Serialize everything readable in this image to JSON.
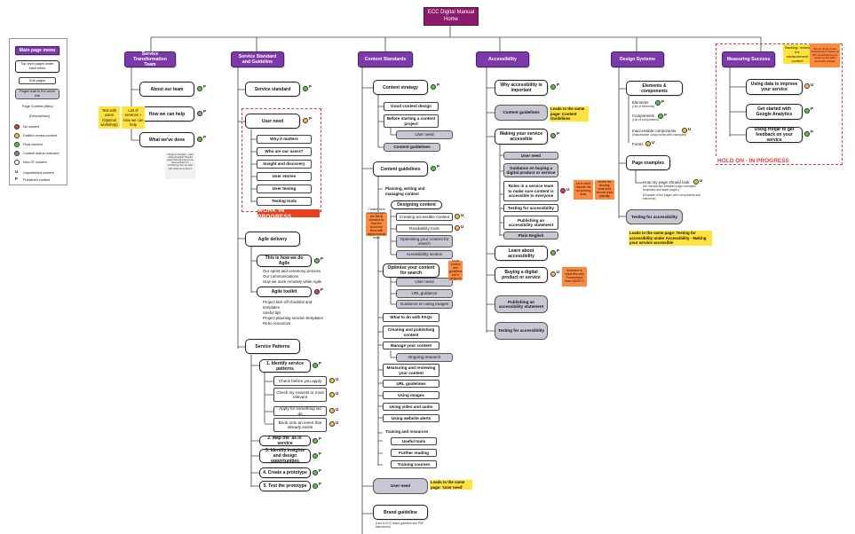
{
  "root": "ECC Digital Manual Home",
  "legend": {
    "main_page_menu": "Main page menu",
    "top_level": "Top level pages under each menu",
    "sub_pages": "Sub pages",
    "pages_lead": "Pages lead to the same link",
    "page_content": "Page Content (titles)",
    "descriptions": "(Descriptions)",
    "status": [
      "No content",
      "Draft/to review content",
      "Final content",
      "Content status unknown",
      "Non-ST content"
    ],
    "status_colors": [
      "#e23b3b",
      "#ffc13d",
      "#5ec24a",
      "#8a8a8a",
      "#ffffff"
    ],
    "u_label": "Unpublished content",
    "p_label": "Published content",
    "u": "U",
    "p": "P"
  },
  "col1": {
    "header": "Service Transformation Team",
    "about": "About our team",
    "how": "How we can help",
    "done": "What we've done",
    "note1": "Test with users (Optimal workshop)",
    "note2": "List of services + How we can help",
    "small_note": "Things to consider - case study template? Should page show all projects we have worked on? Combining 'how we help' with 'what we've done'?"
  },
  "col2": {
    "header": "Service Standard and Guideline",
    "standard": "Service standard",
    "user_need": "User need",
    "un_subs": [
      "Why it matters",
      "Who are our users?",
      "Insight and discovery",
      "User stories",
      "User testing",
      "Testing tools"
    ],
    "wip": "WORK IN PROGRESS",
    "agile": "Agile delivery",
    "how_agile": "This is how we do Agile",
    "agile_list": [
      "Our sprint and ceremony process",
      "Our communications",
      "How we work remotely while Agile"
    ],
    "toolkit": "Agile toolkit",
    "tool_list": [
      "Project kick-off checklist and",
      "templates",
      "Useful tips",
      "Project planning session templates",
      "Retro resources"
    ],
    "patterns": "Service Patterns",
    "identify": "1. Identify service patterns",
    "identify_subs": [
      "Check before you apply",
      "Check my nearest or most relevant",
      "Apply for something we do",
      "Book onto an event that already exists"
    ],
    "steps": [
      "2. Map the 'as is' service",
      "3. Identify insights and design opportunities",
      "4. Create a prototype",
      "5. Test the prototype"
    ]
  },
  "col3": {
    "header": "Content Standards",
    "strategy": "Content strategy",
    "good": "Good content design",
    "before": "Before starting a content project",
    "user_need": "User need",
    "cg_grey": "Content guidelines",
    "cg": "Content guidelines",
    "planning": "Planning, writing and managing content",
    "designing": "Designing content",
    "creating_acc": "Creating accessible content",
    "readability": "Readability tools",
    "optimising": "Optimising your content for search",
    "acc_section": "Accessibility section",
    "optimise": "Optimise your content for search",
    "opt_subs": [
      "User need",
      "URL guidance",
      "Guidance on using images"
    ],
    "faqs": "What to do with FAQs",
    "creating": "Creating and publishing content",
    "manage": "Manage your content",
    "ongoing": "Ongoing research",
    "measuring": "Measuring and reviewing your content",
    "url": "URL guidelines",
    "images": "Using images",
    "video": "Using video and audio",
    "alerts": "Using website alerts",
    "training": "Training and resources",
    "tools": "Useful tools",
    "further": "Further reading",
    "courses": "Training courses",
    "user_need_grey": "User need",
    "user_need_note": "Leads to the same page: 'User need'",
    "brand": "Brand guideline",
    "brand_desc": "(Link to ECC brand guideline and PDF attachment)",
    "orange1": "Content from existing pages are being checked so that this should be inline with digital manual team",
    "orange2": "Some content and guidelines are in progress"
  },
  "col4": {
    "header": "Accessibility",
    "why": "Why accessibility is important",
    "content_guidelines": "Content guidelines",
    "cg_note": "Leads to the same page: Content Guidelines",
    "making": "Making your service accessible",
    "making_subs": [
      "User need",
      "Guidance on buying a digital product or service",
      "Roles in a service team to make sure content is accessible to everyone",
      "Testing for accessibility",
      "Publishing an accessibility statement",
      "Plain English"
    ],
    "learn": "Learn about accessibility",
    "buying": "Buying a digital product or service",
    "publishing": "Publishing an accessibility statement",
    "testing": "Testing for accessibility",
    "or1": "Lin to send Hannah the not working links",
    "or2": "review the wording; what does service team typically",
    "or3": "Someone to share this with Procurement team (BOST?)"
  },
  "col5": {
    "header": "Design Systems",
    "elements": "Elements & components",
    "items": [
      "Elements",
      "Components",
      "Inaccessible components",
      "Forms"
    ],
    "item_desc": [
      "(List of elements)",
      "(List of components)",
      "(Inaccessible components with examples)",
      ""
    ],
    "examples": "Page examples",
    "look": "How my page should look",
    "look_desc": "(An introduction between page examples, templates and static pages.)",
    "look_desc2": "(Example of the pages with components and elements)",
    "testing": "Testing for accessibility",
    "testing_note": "Leads to the same page: Testing for accessibility under Accessibility - Making your service accessible"
  },
  "col6": {
    "header": "Measuring Success",
    "items": [
      "Using data to improve your service",
      "Get started with Google Analytics",
      "Using Hotjar to get feedback on your service"
    ],
    "backlog": "Backlog: review the measurement content",
    "orange": "Are we doing to use measurement content on ST? Could this sit in a space on the GDS (GOV.UK) website",
    "hold": "HOLD ON - IN PROGRESS"
  }
}
